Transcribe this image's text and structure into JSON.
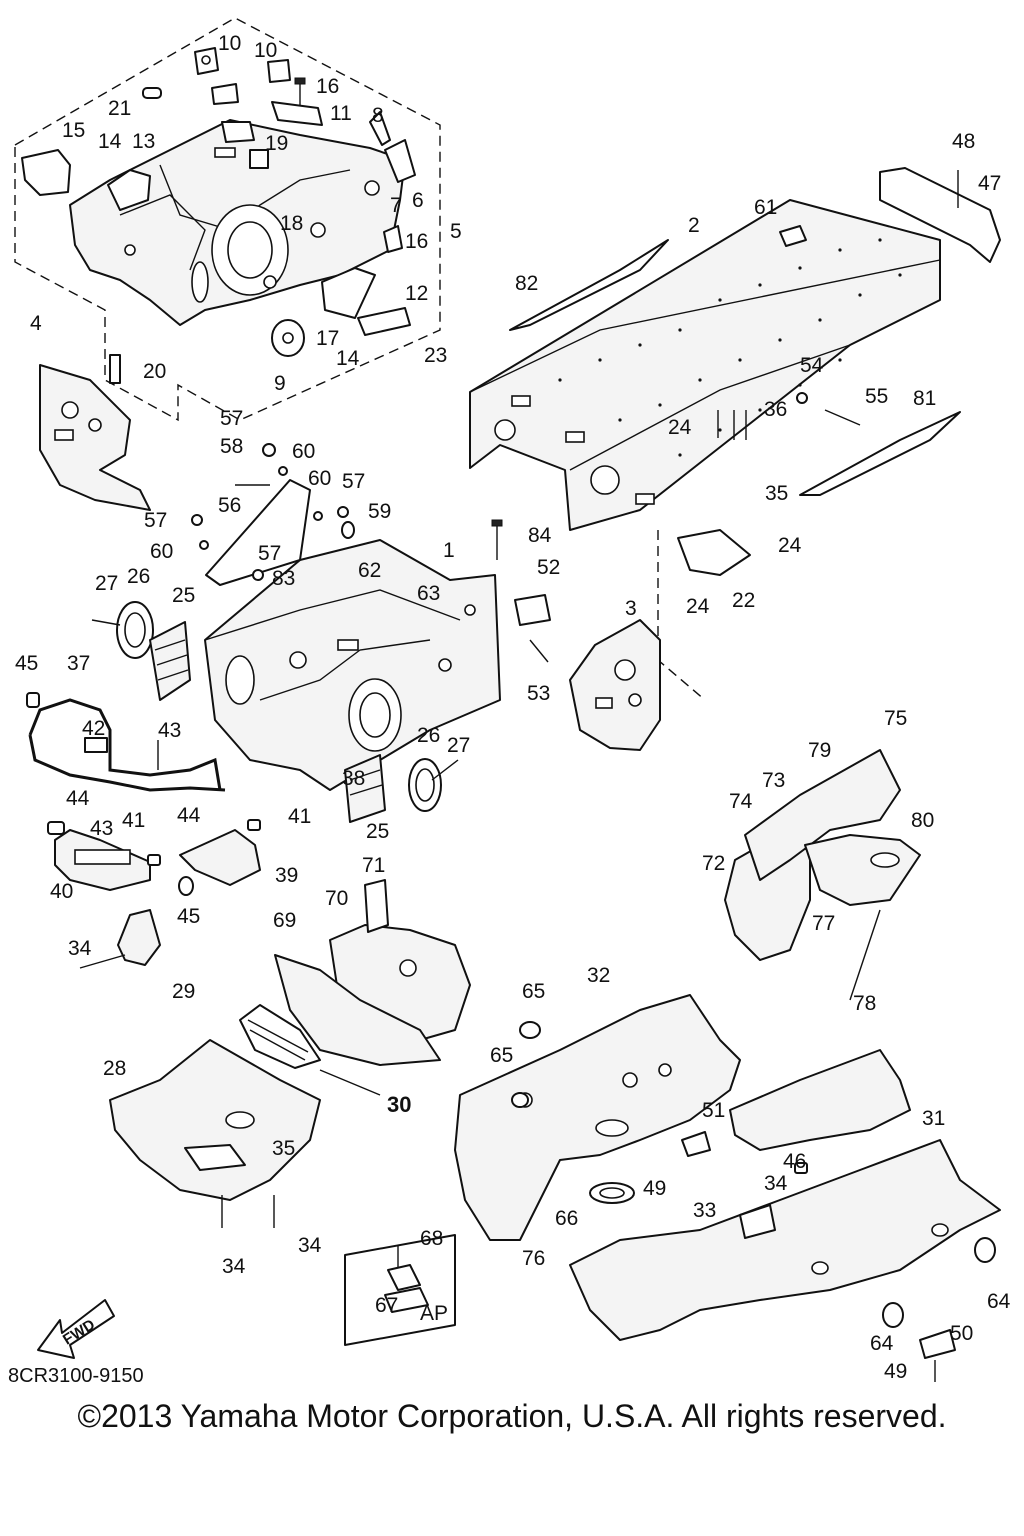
{
  "diagram": {
    "callouts": [
      {
        "id": "1",
        "text": "1"
      },
      {
        "id": "2",
        "text": "2"
      },
      {
        "id": "3",
        "text": "3"
      },
      {
        "id": "4",
        "text": "4"
      },
      {
        "id": "5",
        "text": "5"
      },
      {
        "id": "6",
        "text": "6"
      },
      {
        "id": "7",
        "text": "7"
      },
      {
        "id": "8",
        "text": "8"
      },
      {
        "id": "9",
        "text": "9"
      },
      {
        "id": "10a",
        "text": "10"
      },
      {
        "id": "10b",
        "text": "10"
      },
      {
        "id": "11",
        "text": "11"
      },
      {
        "id": "12",
        "text": "12"
      },
      {
        "id": "13",
        "text": "13"
      },
      {
        "id": "14a",
        "text": "14"
      },
      {
        "id": "14b",
        "text": "14"
      },
      {
        "id": "15",
        "text": "15"
      },
      {
        "id": "16a",
        "text": "16"
      },
      {
        "id": "16b",
        "text": "16"
      },
      {
        "id": "17",
        "text": "17"
      },
      {
        "id": "18",
        "text": "18"
      },
      {
        "id": "19",
        "text": "19"
      },
      {
        "id": "20",
        "text": "20"
      },
      {
        "id": "21",
        "text": "21"
      },
      {
        "id": "22",
        "text": "22"
      },
      {
        "id": "23",
        "text": "23"
      },
      {
        "id": "24a",
        "text": "24"
      },
      {
        "id": "24b",
        "text": "24"
      },
      {
        "id": "24c",
        "text": "24"
      },
      {
        "id": "25a",
        "text": "25"
      },
      {
        "id": "25b",
        "text": "25"
      },
      {
        "id": "26a",
        "text": "26"
      },
      {
        "id": "26b",
        "text": "26"
      },
      {
        "id": "27a",
        "text": "27"
      },
      {
        "id": "27b",
        "text": "27"
      },
      {
        "id": "28",
        "text": "28"
      },
      {
        "id": "29",
        "text": "29"
      },
      {
        "id": "30",
        "text": "30"
      },
      {
        "id": "31",
        "text": "31"
      },
      {
        "id": "32",
        "text": "32"
      },
      {
        "id": "33",
        "text": "33"
      },
      {
        "id": "34a",
        "text": "34"
      },
      {
        "id": "34b",
        "text": "34"
      },
      {
        "id": "34c",
        "text": "34"
      },
      {
        "id": "34d",
        "text": "34"
      },
      {
        "id": "35a",
        "text": "35"
      },
      {
        "id": "35b",
        "text": "35"
      },
      {
        "id": "36",
        "text": "36"
      },
      {
        "id": "37",
        "text": "37"
      },
      {
        "id": "38",
        "text": "38"
      },
      {
        "id": "39",
        "text": "39"
      },
      {
        "id": "40",
        "text": "40"
      },
      {
        "id": "41a",
        "text": "41"
      },
      {
        "id": "41b",
        "text": "41"
      },
      {
        "id": "42",
        "text": "42"
      },
      {
        "id": "43a",
        "text": "43"
      },
      {
        "id": "43b",
        "text": "43"
      },
      {
        "id": "44a",
        "text": "44"
      },
      {
        "id": "44b",
        "text": "44"
      },
      {
        "id": "45a",
        "text": "45"
      },
      {
        "id": "45b",
        "text": "45"
      },
      {
        "id": "46",
        "text": "46"
      },
      {
        "id": "47",
        "text": "47"
      },
      {
        "id": "48",
        "text": "48"
      },
      {
        "id": "49a",
        "text": "49"
      },
      {
        "id": "49b",
        "text": "49"
      },
      {
        "id": "50",
        "text": "50"
      },
      {
        "id": "51",
        "text": "51"
      },
      {
        "id": "52",
        "text": "52"
      },
      {
        "id": "53",
        "text": "53"
      },
      {
        "id": "54",
        "text": "54"
      },
      {
        "id": "55",
        "text": "55"
      },
      {
        "id": "56",
        "text": "56"
      },
      {
        "id": "57a",
        "text": "57"
      },
      {
        "id": "57b",
        "text": "57"
      },
      {
        "id": "57c",
        "text": "57"
      },
      {
        "id": "57d",
        "text": "57"
      },
      {
        "id": "58",
        "text": "58"
      },
      {
        "id": "59",
        "text": "59"
      },
      {
        "id": "60a",
        "text": "60"
      },
      {
        "id": "60b",
        "text": "60"
      },
      {
        "id": "60c",
        "text": "60"
      },
      {
        "id": "61",
        "text": "61"
      },
      {
        "id": "62",
        "text": "62"
      },
      {
        "id": "63",
        "text": "63"
      },
      {
        "id": "64a",
        "text": "64"
      },
      {
        "id": "64b",
        "text": "64"
      },
      {
        "id": "65a",
        "text": "65"
      },
      {
        "id": "65b",
        "text": "65"
      },
      {
        "id": "66",
        "text": "66"
      },
      {
        "id": "67",
        "text": "67"
      },
      {
        "id": "68",
        "text": "68"
      },
      {
        "id": "69",
        "text": "69"
      },
      {
        "id": "70",
        "text": "70"
      },
      {
        "id": "71",
        "text": "71"
      },
      {
        "id": "72",
        "text": "72"
      },
      {
        "id": "73",
        "text": "73"
      },
      {
        "id": "74",
        "text": "74"
      },
      {
        "id": "75",
        "text": "75"
      },
      {
        "id": "76",
        "text": "76"
      },
      {
        "id": "77",
        "text": "77"
      },
      {
        "id": "78",
        "text": "78"
      },
      {
        "id": "79",
        "text": "79"
      },
      {
        "id": "80",
        "text": "80"
      },
      {
        "id": "81",
        "text": "81"
      },
      {
        "id": "82",
        "text": "82"
      },
      {
        "id": "83",
        "text": "83"
      },
      {
        "id": "84",
        "text": "84"
      }
    ],
    "inset_label": "AP",
    "fwd_label": "FWD",
    "fwd_icon": "fwd-arrow-icon"
  },
  "footer": {
    "diagram_code": "8CR3100-9150",
    "copyright": "©2013 Yamaha Motor Corporation, U.S.A. All rights reserved."
  }
}
